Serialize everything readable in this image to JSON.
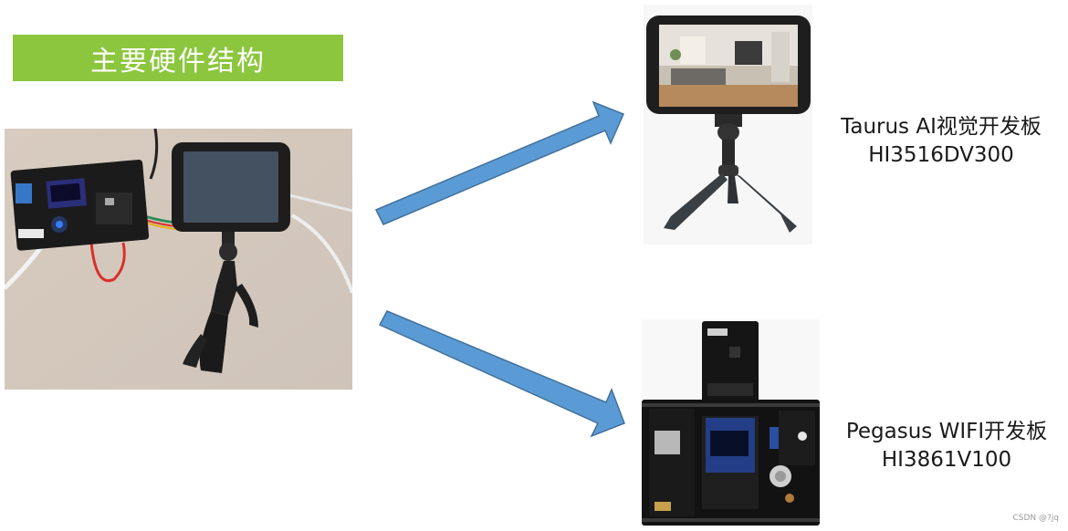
{
  "title": "主要硬件结构",
  "taurus": {
    "name_line": "Taurus AI视觉开发板",
    "model_line": "HI3516DV300"
  },
  "pegasus": {
    "name_line": "Pegasus WIFI开发板",
    "model_line": "HI3861V100"
  },
  "watermark": "CSDN @?jq",
  "colors": {
    "banner": "#8cc63e",
    "arrow_fill": "#5b9bd5",
    "arrow_stroke": "#41719c"
  }
}
